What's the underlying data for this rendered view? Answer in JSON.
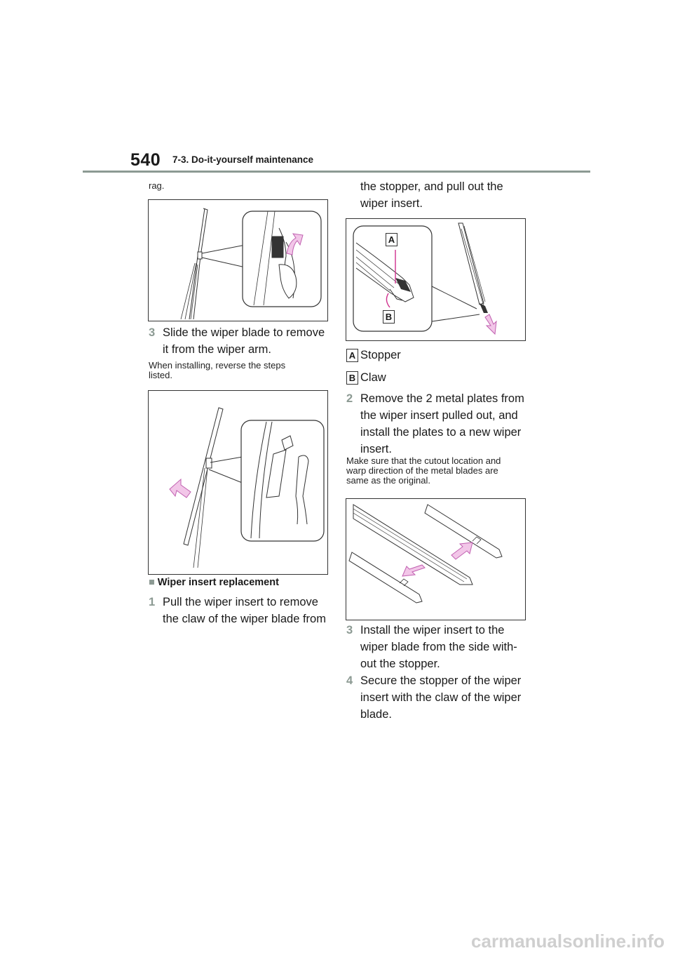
{
  "header": {
    "page_number": "540",
    "section_title": "7-3. Do-it-yourself maintenance"
  },
  "left_column": {
    "intro_fragment": "rag.",
    "step3": {
      "number": "3",
      "text_line1": "Slide the wiper blade to remove",
      "text_line2": "it from the wiper arm."
    },
    "note": {
      "line1": "When installing, reverse the steps",
      "line2": "listed."
    },
    "heading": {
      "marker": "■",
      "text": "Wiper insert replacement"
    },
    "step1": {
      "number": "1",
      "text_line1": "Pull the wiper insert to remove",
      "text_line2": "the claw of the wiper blade from"
    }
  },
  "right_column": {
    "continuation": {
      "line1": "the stopper, and pull out the",
      "line2": "wiper insert."
    },
    "figure_labels": {
      "a": "A",
      "b": "B"
    },
    "legend": [
      {
        "key": "A",
        "text": "Stopper"
      },
      {
        "key": "B",
        "text": "Claw"
      }
    ],
    "step2": {
      "number": "2",
      "line1": "Remove the 2 metal plates from",
      "line2": "the wiper insert pulled out, and",
      "line3": "install the plates to a new wiper",
      "line4": "insert."
    },
    "note": {
      "line1": "Make sure that the cutout location and",
      "line2": "warp direction of the metal blades are",
      "line3": "same as the original."
    },
    "step3": {
      "number": "3",
      "line1": "Install the wiper insert to the",
      "line2": "wiper blade from the side with-",
      "line3": "out the stopper."
    },
    "step4": {
      "number": "4",
      "line1": "Secure the stopper of the wiper",
      "line2": "insert with the claw of the wiper",
      "line3": "blade."
    }
  },
  "watermark": "carmanualsonline.info",
  "colors": {
    "step_number": "#8c9a93",
    "arrow_fill": "#f2c6e8",
    "arrow_stroke": "#c060b0",
    "rule": "#8c9a93"
  }
}
